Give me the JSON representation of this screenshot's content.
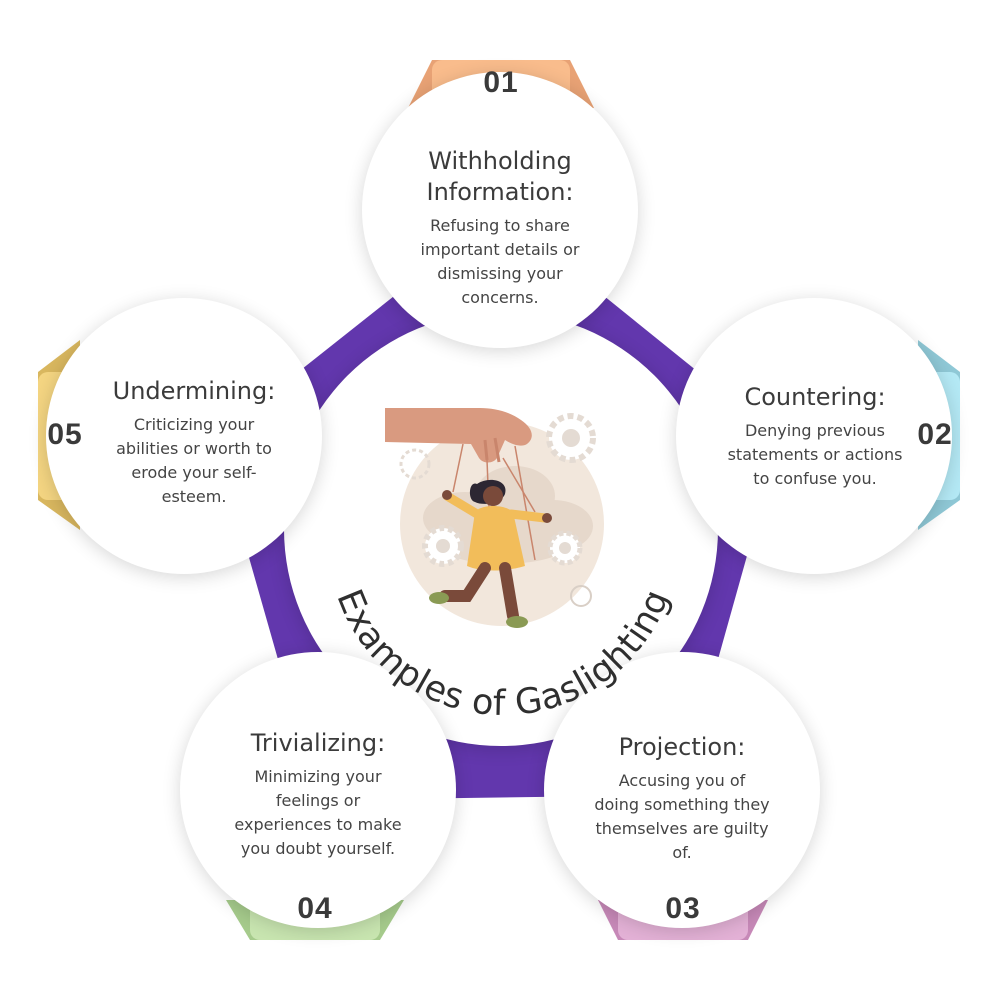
{
  "title": "Examples of Gaslighting",
  "colors": {
    "purple": "#6237ad",
    "tab_01": "#f9bc8c",
    "tab_02": "#b4e9f5",
    "tab_03": "#e3b1d6",
    "tab_04": "#c8e5b0",
    "tab_05": "#f4d582"
  },
  "illustration": {
    "icon": "puppeteer-hand-controlling-person-icon"
  },
  "items": [
    {
      "number": "01",
      "title_line1": "Withholding",
      "title_line2": "Information:",
      "desc_lines": [
        "Refusing to share",
        "important details or",
        "dismissing your",
        "concerns."
      ]
    },
    {
      "number": "02",
      "title_line1": "Countering:",
      "title_line2": "",
      "desc_lines": [
        "Denying previous",
        "statements or actions",
        "to confuse you."
      ]
    },
    {
      "number": "03",
      "title_line1": "Projection:",
      "title_line2": "",
      "desc_lines": [
        "Accusing you of",
        "doing something they",
        "themselves are guilty",
        "of."
      ]
    },
    {
      "number": "04",
      "title_line1": "Trivializing:",
      "title_line2": "",
      "desc_lines": [
        "Minimizing your",
        "feelings or",
        "experiences to make",
        "you doubt yourself."
      ]
    },
    {
      "number": "05",
      "title_line1": "Undermining:",
      "title_line2": "",
      "desc_lines": [
        "Criticizing your",
        "abilities or worth to",
        "erode your self-",
        "esteem."
      ]
    }
  ]
}
